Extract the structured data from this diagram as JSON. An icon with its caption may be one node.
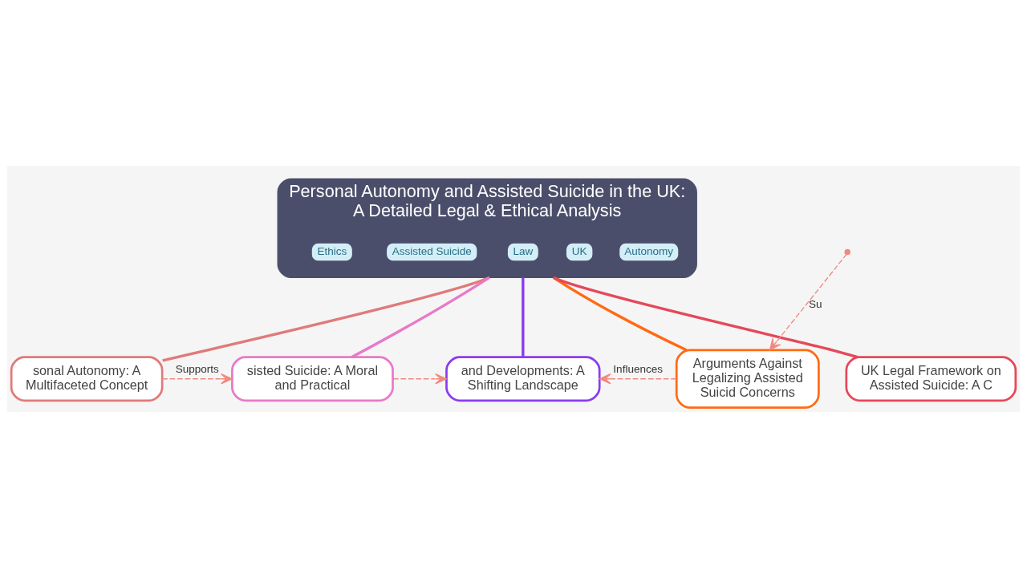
{
  "diagram": {
    "nodes": [
      {
        "text": [
          "Personal Autonomy and Assisted Suicide in the UK: A Detailed Legal & Ethical Analysis"
        ]
      },
      {
        "text": [
          "Ethics"
        ],
        "in": 0
      },
      {
        "text": [
          "Assisted Suicide"
        ],
        "in": 0
      },
      {
        "text": [
          "Law"
        ],
        "in": 0
      },
      {
        "text": [
          "UK"
        ],
        "in": 0
      },
      {
        "text": [
          "Autonomy"
        ],
        "in": 0
      },
      {
        "text": [
          "sonal Autonomy: A Multifaceted Concept"
        ]
      },
      {
        "text": [
          "sisted Suicide: A Moral and Practical"
        ]
      },
      {
        "text": [
          "and Developments: A Shifting Landscape"
        ]
      },
      {
        "text": [
          "UK Legal Framework on Assisted Suicide: A C"
        ]
      },
      {
        "text": [
          "Arguments Against Legalizing Assisted Suicid Concerns"
        ]
      }
    ],
    "edges": [
      {
        "from": 0,
        "to": 6,
        "arrow": "none",
        "color": "#e07a7a"
      },
      {
        "from": 0,
        "to": 9,
        "arrow": "none",
        "color": "#e5485a"
      },
      {
        "from": 0,
        "to": 7,
        "arrow": "none",
        "color": "#e879c9"
      },
      {
        "from": 0,
        "to": 8,
        "arrow": "none",
        "color": "#8a3cf0"
      },
      {
        "from": 0,
        "to": 10,
        "arrow": "none",
        "color": "#ff6a13"
      },
      {
        "from": 6,
        "to": 7,
        "arrow": "to",
        "style": "dashed",
        "label": "Supports",
        "color": "#f08a80"
      },
      {
        "from": null,
        "to": 10,
        "arrow": "to",
        "style": "dashed",
        "label": "Su",
        "color": "#f08a80"
      },
      {
        "from": 7,
        "to": 8,
        "arrow": "to",
        "style": "dashed",
        "color": "#f08a80"
      },
      {
        "from": 10,
        "to": 8,
        "arrow": "to",
        "style": "dashed",
        "label": "Influences",
        "color": "#f08a80"
      }
    ]
  }
}
